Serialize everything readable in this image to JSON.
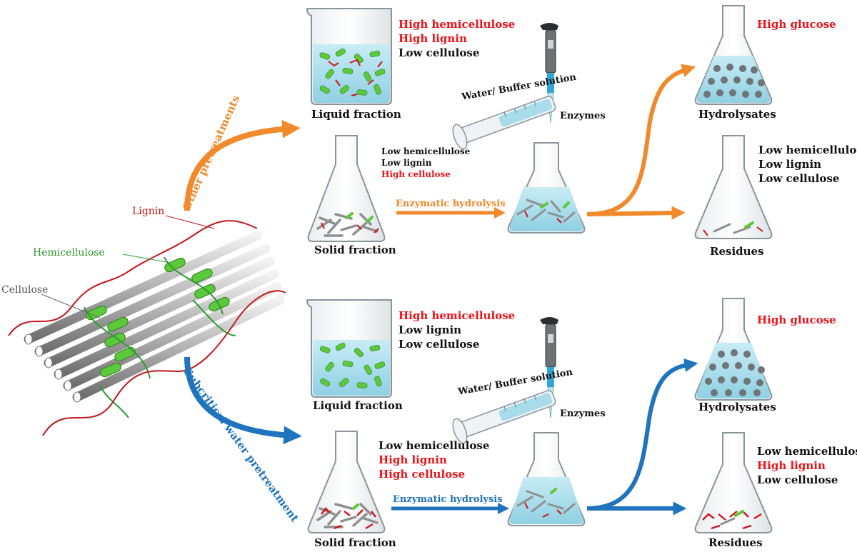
{
  "fiber": {
    "lignin_label": "Lignin",
    "hemicellulose_label": "Hemicellulose",
    "cellulose_label": "Cellulose"
  },
  "top": {
    "pretreatment_label": "Other pretreatments",
    "liquid": {
      "caption": "Liquid fraction",
      "lines": [
        {
          "text": "High hemicellulose",
          "tone": "red"
        },
        {
          "text": "High lignin",
          "tone": "red"
        },
        {
          "text": "Low cellulose",
          "tone": "black"
        }
      ]
    },
    "solid": {
      "caption": "Solid fraction",
      "lines": [
        {
          "text": "Low hemicellulose",
          "tone": "black"
        },
        {
          "text": "Low lignin",
          "tone": "black"
        },
        {
          "text": "High cellulose",
          "tone": "red"
        }
      ]
    },
    "enzymatic_label": "Enzymatic hydrolysis",
    "buffer_label": "Water/ Buffer solution",
    "enzymes_label": "Enzymes",
    "hydrolysates": {
      "caption": "Hydrolysates",
      "lines": [
        {
          "text": "High glucose",
          "tone": "red"
        }
      ]
    },
    "residues": {
      "caption": "Residues",
      "lines": [
        {
          "text": "Low hemicellulose",
          "tone": "black"
        },
        {
          "text": "Low lignin",
          "tone": "black"
        },
        {
          "text": "Low cellulose",
          "tone": "black"
        }
      ]
    }
  },
  "bottom": {
    "pretreatment_label": "Subcritical water pretreatment",
    "liquid": {
      "caption": "Liquid fraction",
      "lines": [
        {
          "text": "High hemicellulose",
          "tone": "red"
        },
        {
          "text": "Low lignin",
          "tone": "black"
        },
        {
          "text": "Low cellulose",
          "tone": "black"
        }
      ]
    },
    "solid": {
      "caption": "Solid fraction",
      "lines": [
        {
          "text": "Low hemicellulose",
          "tone": "black"
        },
        {
          "text": "High lignin",
          "tone": "red"
        },
        {
          "text": "High cellulose",
          "tone": "red"
        }
      ]
    },
    "enzymatic_label": "Enzymatic hydrolysis",
    "buffer_label": "Water/ Buffer solution",
    "enzymes_label": "Enzymes",
    "hydrolysates": {
      "caption": "Hydrolysates",
      "lines": [
        {
          "text": "High glucose",
          "tone": "red"
        }
      ]
    },
    "residues": {
      "caption": "Residues",
      "lines": [
        {
          "text": "Low hemicellulose",
          "tone": "black"
        },
        {
          "text": "High lignin",
          "tone": "red"
        },
        {
          "text": "Low cellulose",
          "tone": "black"
        }
      ]
    }
  },
  "colors": {
    "red": "#e8141b",
    "black": "#111111",
    "orange_arrow": "#f08a2c",
    "blue_arrow": "#1f74bd",
    "lignin_fiber": "#c0171c",
    "hemicellulose_fiber": "#2f9a2f",
    "cellulose_fiber": "#8a8a8a",
    "liquid": "#a9dcea",
    "glucose_dot": "#6f7477"
  }
}
